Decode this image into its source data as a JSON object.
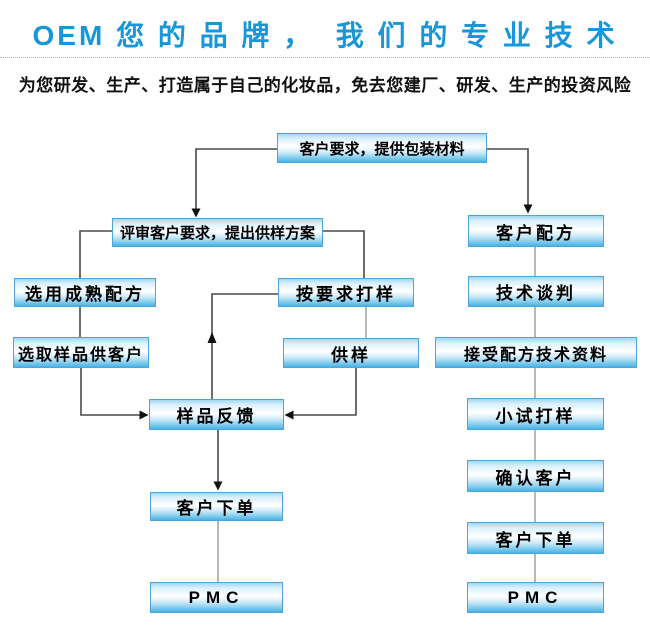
{
  "header": {
    "title": "OEM 您 的 品 牌 ，  我 们 的 专 业 技 术",
    "subtitle": "为您研发、生产、打造属于自己的化妆品，免去您建厂、研发、生产的投资风险",
    "title_color": "#1797da",
    "subtitle_color": "#111111"
  },
  "flowchart": {
    "style": {
      "box_border_color": "#4da6d8",
      "box_gradient_top": "#9ed7f2",
      "box_gradient_middle": "#ffffff",
      "box_gradient_bottom": "#47b2e6",
      "arrow_line_color": "#4a4a4a",
      "plain_line_color": "#9a9a9a",
      "arrowhead_color": "#111111",
      "text_color": "#000000"
    },
    "nodes": [
      {
        "id": "customer-requirements",
        "label": "客户要求，提供包装材料"
      },
      {
        "id": "review-requirements",
        "label": "评审客户要求，提出供样方案"
      },
      {
        "id": "mature-formula",
        "label": "选用成熟配方"
      },
      {
        "id": "sample-for-customer",
        "label": "选取样品供客户"
      },
      {
        "id": "sample-on-request",
        "label": "按要求打样"
      },
      {
        "id": "supply-sample",
        "label": "供样"
      },
      {
        "id": "sample-feedback",
        "label": "样品反馈"
      },
      {
        "id": "customer-order-left",
        "label": "客户下单"
      },
      {
        "id": "pmc-left",
        "label": "PMC"
      },
      {
        "id": "customer-formula",
        "label": "客户配方"
      },
      {
        "id": "tech-negotiation",
        "label": "技术谈判"
      },
      {
        "id": "accept-formula-docs",
        "label": "接受配方技术资料"
      },
      {
        "id": "trial-sample",
        "label": "小试打样"
      },
      {
        "id": "confirm-customer",
        "label": "确认客户"
      },
      {
        "id": "customer-order-right",
        "label": "客户下单"
      },
      {
        "id": "pmc-right",
        "label": "PMC"
      }
    ]
  }
}
